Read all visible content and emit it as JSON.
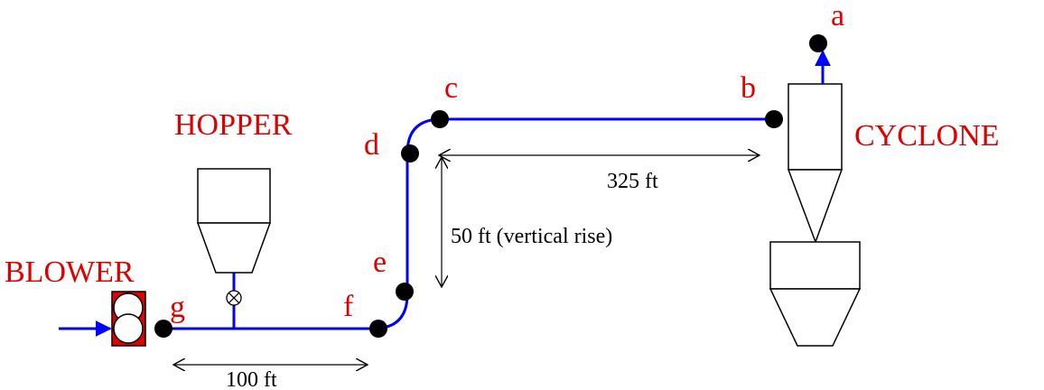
{
  "colors": {
    "pipe": "#0000ff",
    "label": "#e00000",
    "outline": "#000000",
    "blower_fill": "#e00000"
  },
  "components": {
    "blower": "BLOWER",
    "hopper": "HOPPER",
    "cyclone": "CYCLONE"
  },
  "points": {
    "a": "a",
    "b": "b",
    "c": "c",
    "d": "d",
    "e": "e",
    "f": "f",
    "g": "g"
  },
  "dimensions": {
    "horizontal_lower": "100 ft",
    "vertical_rise": "50 ft (vertical rise)",
    "horizontal_upper": "325 ft"
  },
  "icons": {
    "valve": "rotary-valve-icon",
    "blower": "blower-icon",
    "hopper": "hopper-icon",
    "cyclone": "cyclone-icon"
  }
}
